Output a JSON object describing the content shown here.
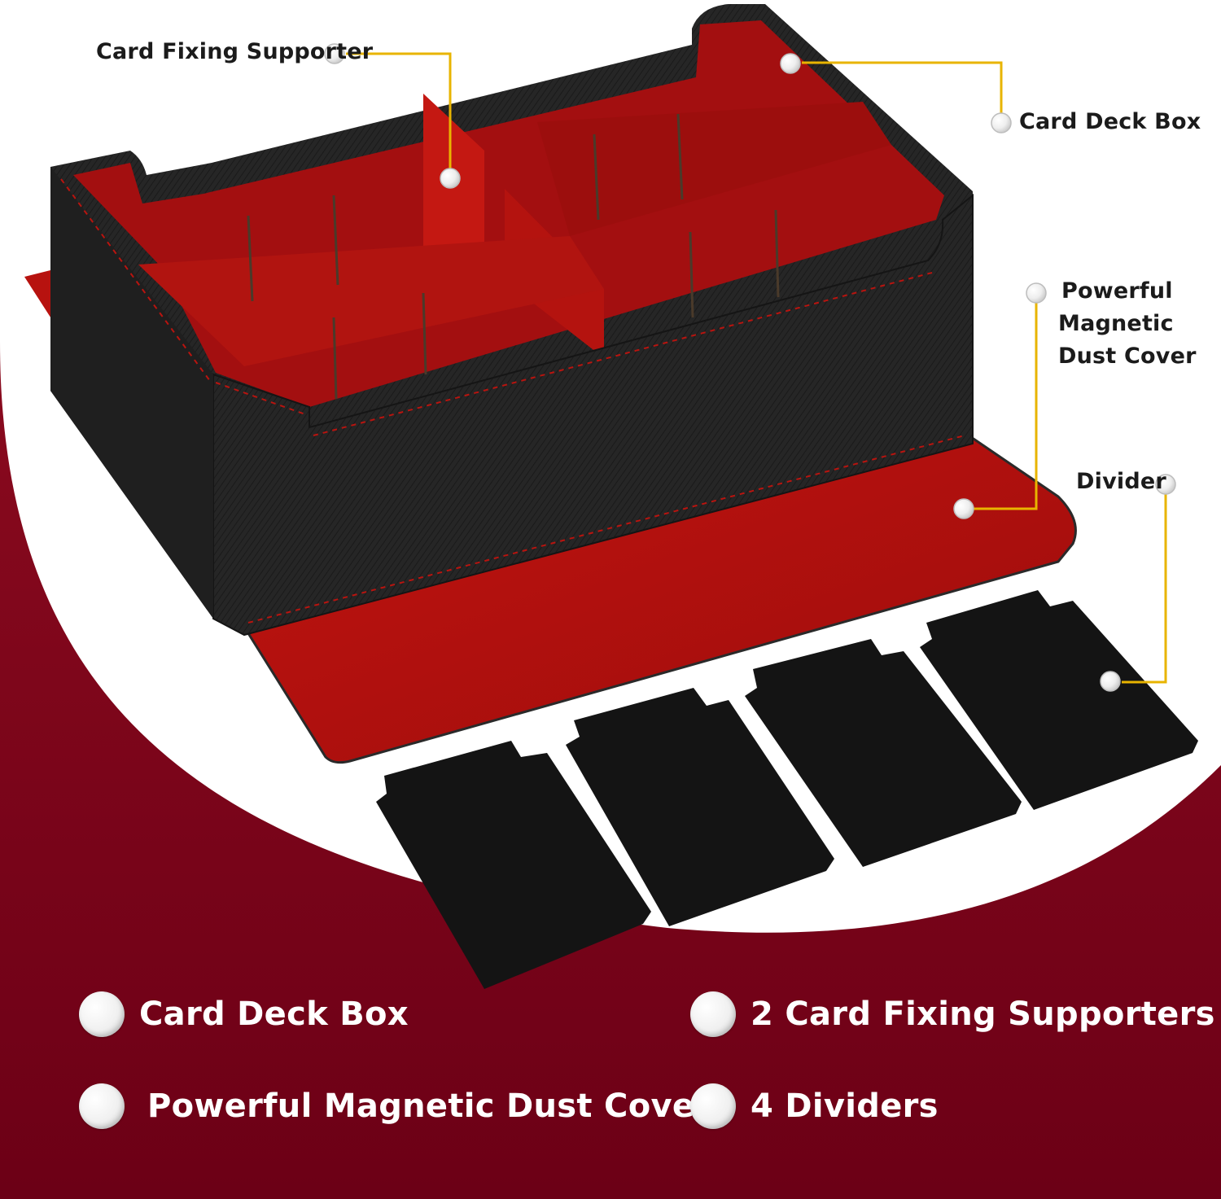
{
  "callouts": {
    "card_fixing_supporter": "Card Fixing Supporter",
    "card_deck_box": "Card Deck Box",
    "dust_cover_lines": [
      "Powerful",
      "Magnetic",
      "Dust Cover"
    ],
    "divider": "Divider"
  },
  "features": [
    "Card Deck Box",
    "2 Card Fixing Supporters",
    "Powerful Magnetic Dust Cover",
    "4 Dividers"
  ],
  "colors": {
    "background_red": "#7a0019",
    "felt_red": "#b8100f",
    "box_black": "#232323",
    "leader_line_gold": "#e8b400"
  }
}
